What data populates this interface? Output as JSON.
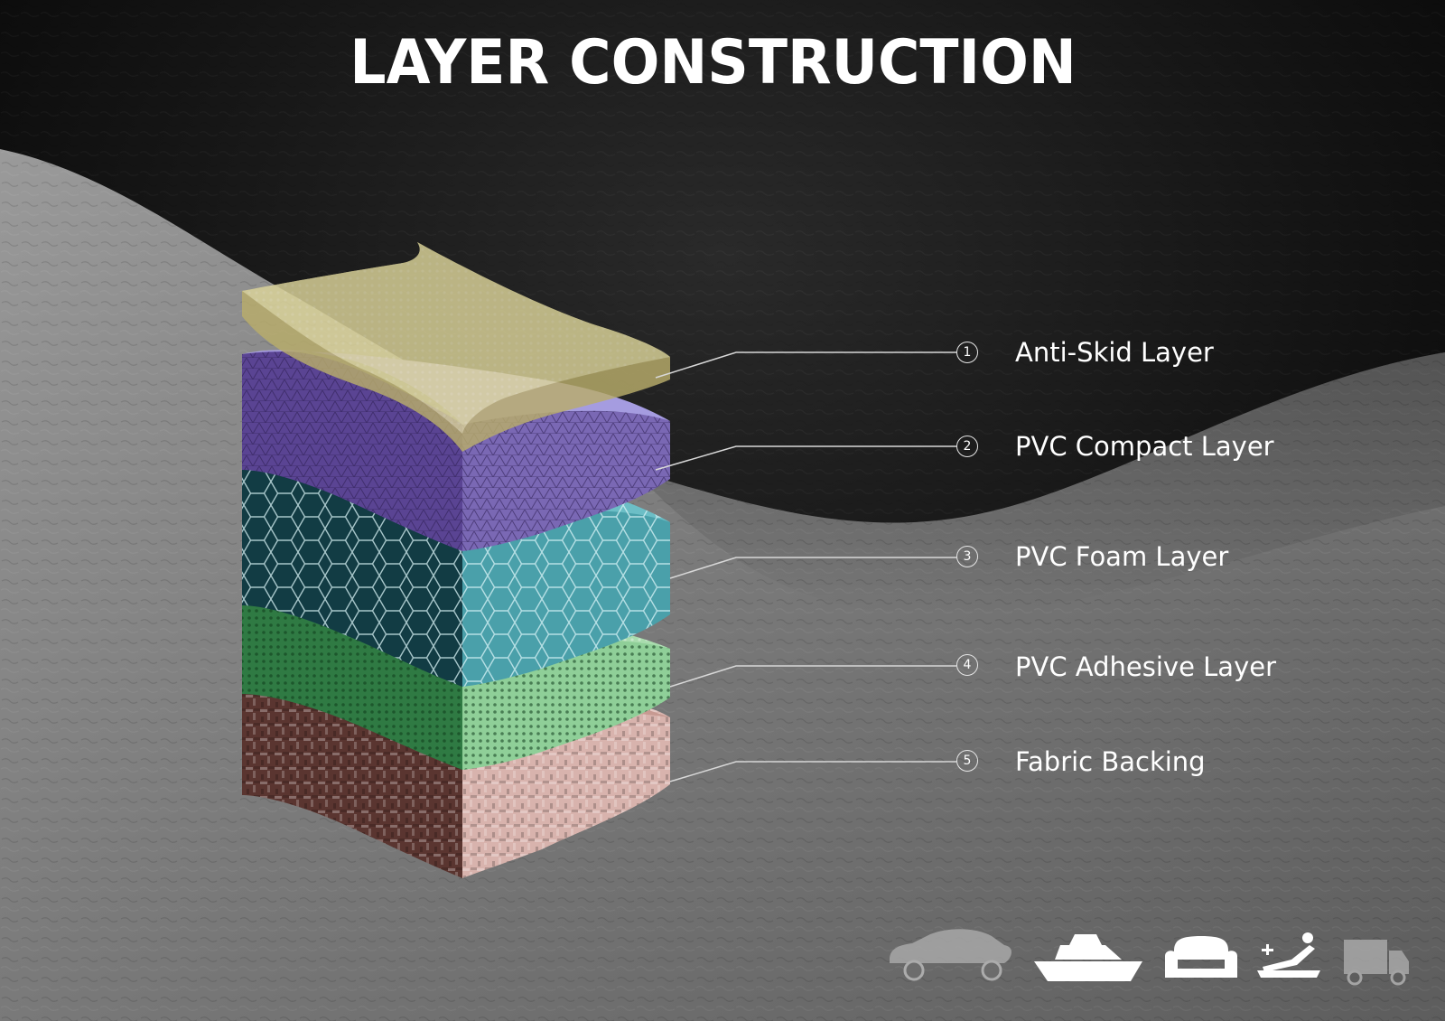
{
  "title": "LAYER CONSTRUCTION",
  "layers": [
    {
      "number": "1",
      "label": "Anti-Skid Layer"
    },
    {
      "number": "2",
      "label": "PVC Compact Layer"
    },
    {
      "number": "3",
      "label": "PVC Foam Layer"
    },
    {
      "number": "4",
      "label": "PVC Adhesive Layer"
    },
    {
      "number": "5",
      "label": "Fabric Backing"
    }
  ],
  "application_icons": [
    "car-icon",
    "boat-icon",
    "sofa-icon",
    "medical-bed-icon",
    "truck-icon"
  ],
  "colors": {
    "background_dark": "#0b0b0b",
    "leather_gray": "#8a8a8a",
    "title": "#ffffff",
    "anti_skid": "#b9ad6b",
    "pvc_compact": "#8e84c6",
    "pvc_foam": "#4aa0aa",
    "pvc_adhesive": "#8fcf98",
    "fabric_backing": "#d8b3ad"
  }
}
